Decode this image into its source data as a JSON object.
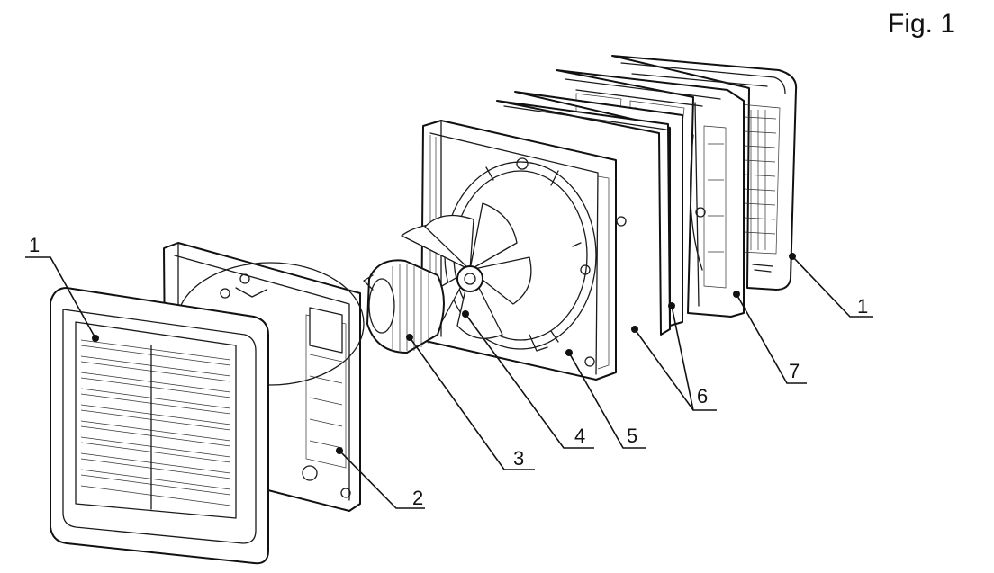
{
  "figure": {
    "caption": "Fig. 1",
    "labels": {
      "grille_front": "1",
      "grille_rear": "1",
      "control_board": "2",
      "motor": "3",
      "impeller": "4",
      "housing": "5",
      "gasket_pair": "6",
      "shutter_frame": "7"
    }
  }
}
